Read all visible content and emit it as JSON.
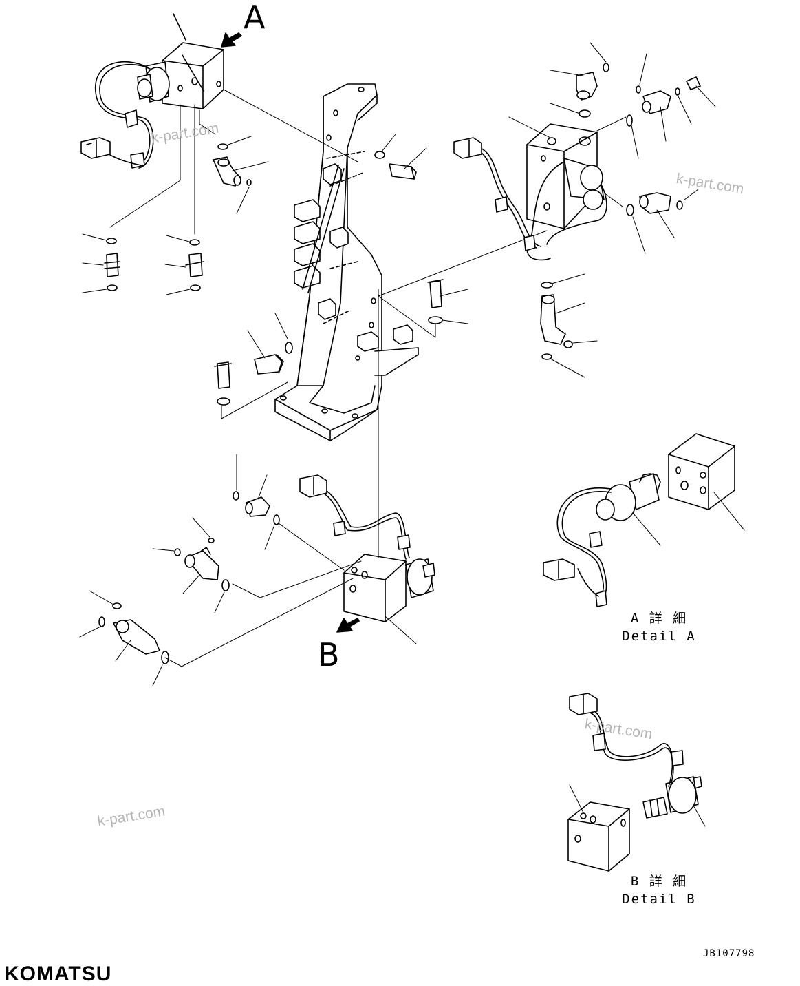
{
  "callouts": {
    "view_a": "A",
    "view_b": "B"
  },
  "details": {
    "a_ja": "A 詳 細",
    "a_en": "Detail A",
    "b_ja": "B 詳 細",
    "b_en": "Detail B"
  },
  "watermarks": [
    "k-part.com",
    "k-part.com",
    "k-part.com",
    "k-part.com"
  ],
  "drawing_number": "JB107798",
  "brand": "KOMATSU",
  "colors": {
    "line": "#000000",
    "watermark": "#b5b5b5",
    "background": "#ffffff"
  }
}
